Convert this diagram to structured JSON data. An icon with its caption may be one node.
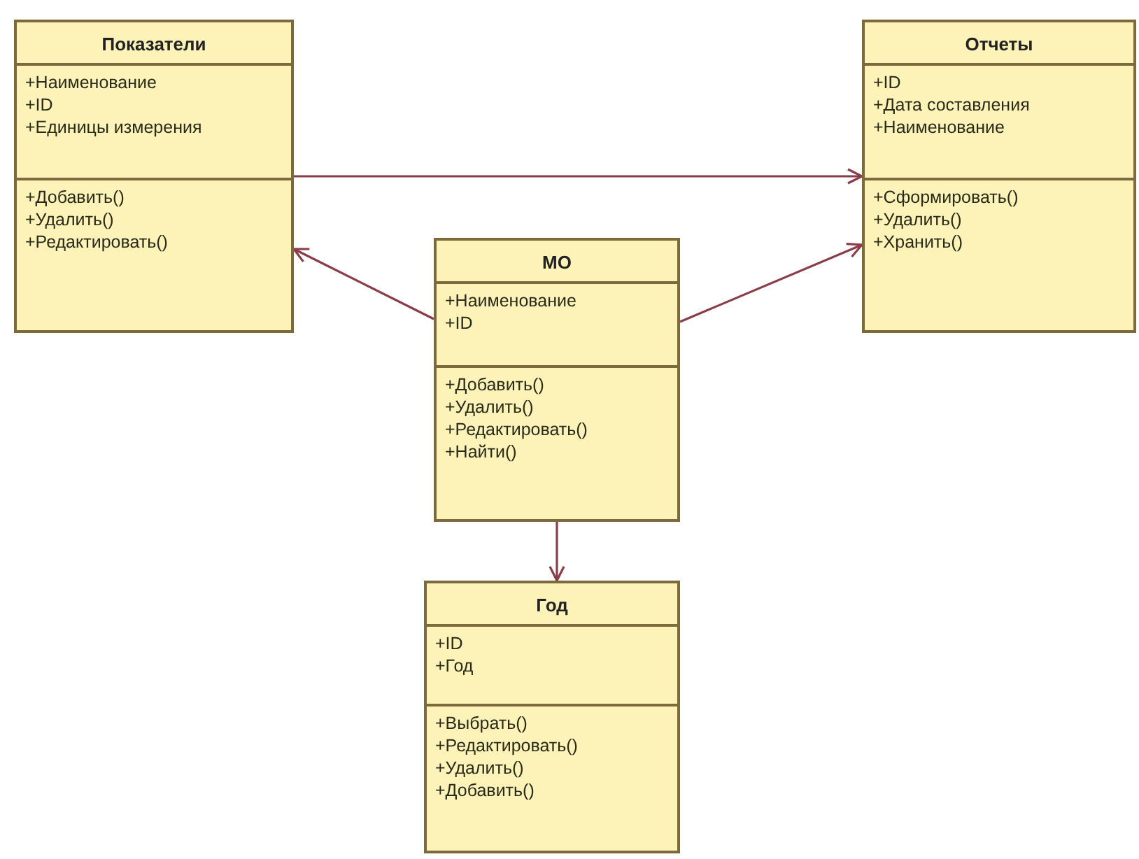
{
  "diagram": {
    "nodes": [
      {
        "text": [
          "Показатели"
        ]
      },
      {
        "text": [
          "+Наименование",
          "+ID",
          "+Единицы измерения"
        ],
        "in": 0
      },
      {
        "text": [
          "+Добавить()",
          "+Удалить()",
          "+Редактировать()"
        ],
        "in": 0
      },
      {
        "text": [
          "Отчеты"
        ]
      },
      {
        "text": [
          "+ID",
          "+Дата составления",
          "+Наименование"
        ],
        "in": 3
      },
      {
        "text": [
          "+Сформировать()",
          "+Удалить()",
          "+Хранить()"
        ],
        "in": 3
      },
      {
        "text": [
          "МО"
        ]
      },
      {
        "text": [
          "+Наименование",
          "+ID"
        ],
        "in": 6
      },
      {
        "text": [
          "+Добавить()",
          "+Удалить()",
          "+Редактировать()",
          "+Найти()"
        ],
        "in": 6
      },
      {
        "text": [
          "Год"
        ]
      },
      {
        "text": [
          "+ID",
          "+Год"
        ],
        "in": 9
      },
      {
        "text": [
          "+Выбрать()",
          "+Редактировать()",
          "+Удалить()",
          "+Добавить()"
        ],
        "in": 9
      }
    ],
    "edges": [
      {
        "from": 0,
        "to": 3,
        "arrow": "to"
      },
      {
        "from": 6,
        "to": 0,
        "arrow": "to"
      },
      {
        "from": 6,
        "to": 3,
        "arrow": "to"
      },
      {
        "from": 6,
        "to": 9,
        "arrow": "to"
      }
    ]
  }
}
